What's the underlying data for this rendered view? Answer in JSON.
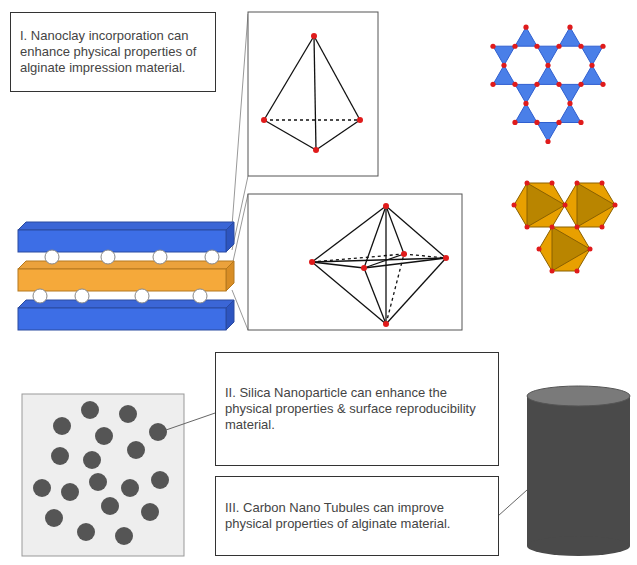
{
  "diagram": {
    "nodes": [
      {
        "text": [
          "I. Nanoclay incorporation can enhance physical properties of alginate impression material."
        ]
      },
      {
        "text": [
          "II. Silica Nanoparticle can enhance the physical properties & surface reproducibility material."
        ]
      },
      {
        "text": [
          "III. Carbon Nano Tubules can improve physical properties of alginate material."
        ]
      }
    ]
  }
}
